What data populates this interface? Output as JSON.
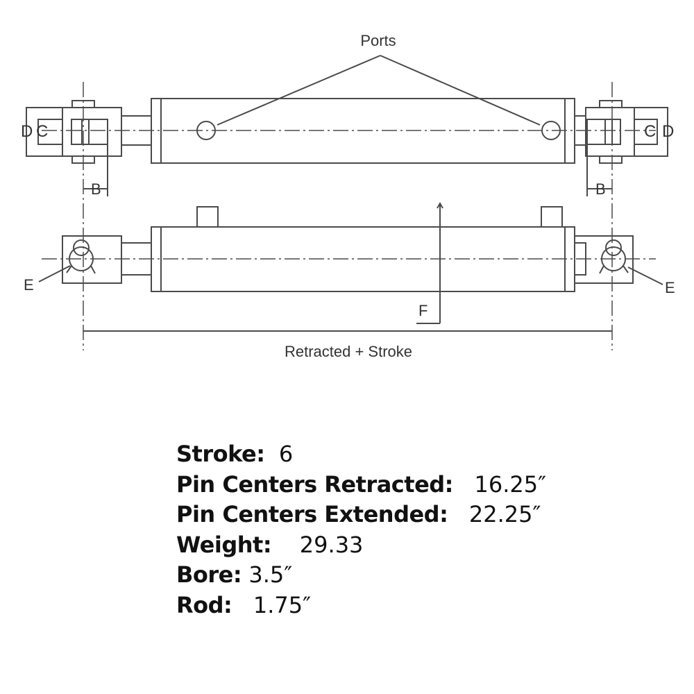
{
  "diagram": {
    "ports_label": "Ports",
    "dimension_labels": {
      "b": "B",
      "c": "C",
      "d": "D",
      "e": "E",
      "f": "F"
    },
    "length_label": "Retracted + Stroke",
    "line_color": "#4a4a4a"
  },
  "specs": [
    {
      "label": "Stroke:",
      "value": "6"
    },
    {
      "label": "Pin Centers Retracted:",
      "value": "16.25″"
    },
    {
      "label": "Pin Centers Extended:",
      "value": "22.25″"
    },
    {
      "label": "Weight:",
      "value": "29.33"
    },
    {
      "label": "Bore:",
      "value": "3.5″"
    },
    {
      "label": "Rod:",
      "value": "1.75″"
    }
  ]
}
